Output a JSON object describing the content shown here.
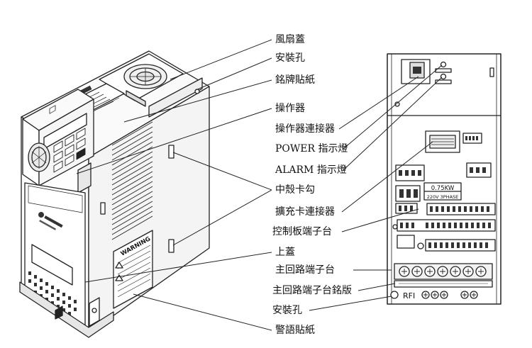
{
  "left_labels": [
    "風扇蓋",
    "安裝孔",
    "銘牌貼紙",
    "操作器",
    "中殼卡勾",
    "上蓋",
    "警語貼紙"
  ],
  "right_labels": [
    "操作器連接器",
    "POWER 指示燈",
    "ALARM 指示燈",
    "擴充卡連接器",
    "控制板端子台",
    "主回路端子台",
    "主回路端子台銘版",
    "安裝孔"
  ],
  "device_text": {
    "warning": "WARNING",
    "rating_kw": "0.75KW",
    "rating_phase": "220V 3PHASE",
    "terminal_marks": "RFI"
  }
}
